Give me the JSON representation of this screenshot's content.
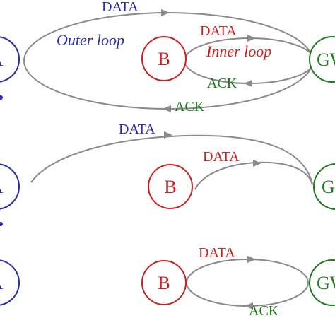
{
  "colors": {
    "arrow": "#8a8a8a",
    "node_a": "#2a2aa8",
    "node_b": "#cc1f1f",
    "node_gw": "#1f7a1f",
    "outer_label": "#2a2aa8",
    "inner_label": "#cc1f1f"
  },
  "panels": [
    {
      "nodes": {
        "a": "A",
        "b": "B",
        "gw": "GW"
      },
      "data_label": "DATA",
      "inner_data_label": "DATA",
      "outer_loop_label": "Outer loop",
      "inner_loop_label": "Inner loop",
      "inner_ack_label": "ACK",
      "outer_ack_label": "ACK"
    },
    {
      "nodes": {
        "a": "A",
        "b": "B",
        "gw": "GW"
      },
      "outer_data_label": "DATA",
      "inner_data_label": "DATA"
    },
    {
      "nodes": {
        "a": "A",
        "b": "B",
        "gw": "GW"
      },
      "data_label": "DATA",
      "ack_label": "ACK"
    }
  ]
}
